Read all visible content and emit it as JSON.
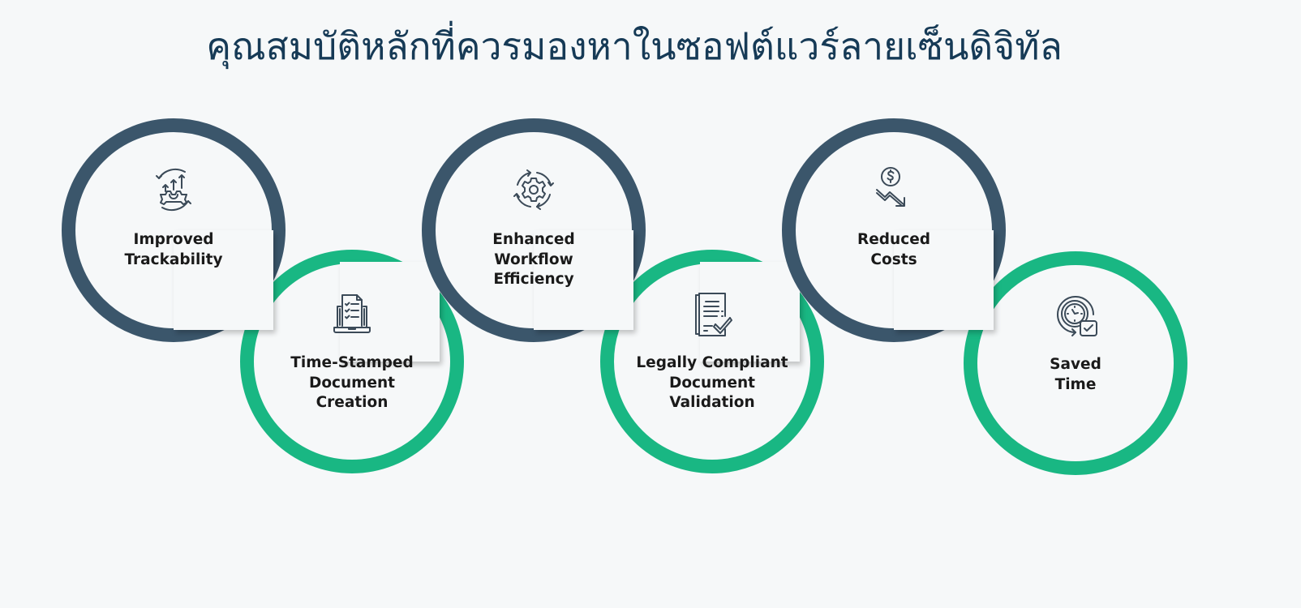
{
  "title": "คุณสมบัติหลักที่ควรมองหาในซอฟต์แวร์ลายเซ็นดิจิทัล",
  "colors": {
    "background": "#f6f8f9",
    "title": "#163a56",
    "dark_ring": "#3b566b",
    "green_ring": "#19b783",
    "label_text": "#1a1a1a",
    "icon_stroke": "#3b4a58"
  },
  "features": [
    {
      "id": "improved-trackability",
      "ring": "dark",
      "icon": "gear-growth-arrows-icon",
      "lines": [
        "Improved",
        "Trackability"
      ]
    },
    {
      "id": "time-stamped-document-creation",
      "ring": "green",
      "icon": "laptop-checklist-document-icon",
      "lines": [
        "Time-Stamped",
        "Document",
        "Creation"
      ]
    },
    {
      "id": "enhanced-workflow-efficiency",
      "ring": "dark",
      "icon": "gear-cycle-arrows-icon",
      "lines": [
        "Enhanced",
        "Workflow",
        "Efficiency"
      ]
    },
    {
      "id": "legally-compliant-document-validation",
      "ring": "green",
      "icon": "document-checkmark-icon",
      "lines": [
        "Legally Compliant",
        "Document",
        "Validation"
      ]
    },
    {
      "id": "reduced-costs",
      "ring": "dark",
      "icon": "dollar-down-trend-icon",
      "lines": [
        "Reduced",
        "Costs"
      ]
    },
    {
      "id": "saved-time",
      "ring": "green",
      "icon": "clock-checkmark-icon",
      "lines": [
        "Saved",
        "Time"
      ]
    }
  ]
}
